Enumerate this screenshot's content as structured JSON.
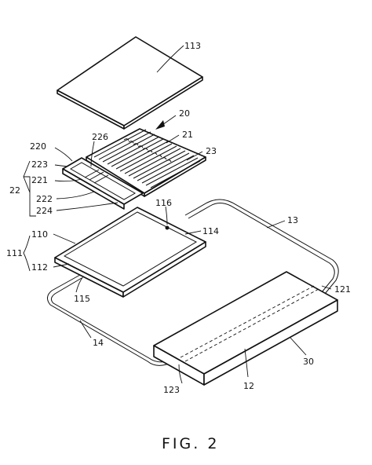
{
  "figure": {
    "caption": "FIG. 2"
  },
  "labels": {
    "l113": "113",
    "l20": "20",
    "l21": "21",
    "l23": "23",
    "l226": "226",
    "l220": "220",
    "l223": "223",
    "l221": "221",
    "l22": "22",
    "l222": "222",
    "l224": "224",
    "l116": "116",
    "l13": "13",
    "l114": "114",
    "l110": "110",
    "l111": "111",
    "l112": "112",
    "l115": "115",
    "l121": "121",
    "l14": "14",
    "l30": "30",
    "l12": "12",
    "l123": "123"
  }
}
